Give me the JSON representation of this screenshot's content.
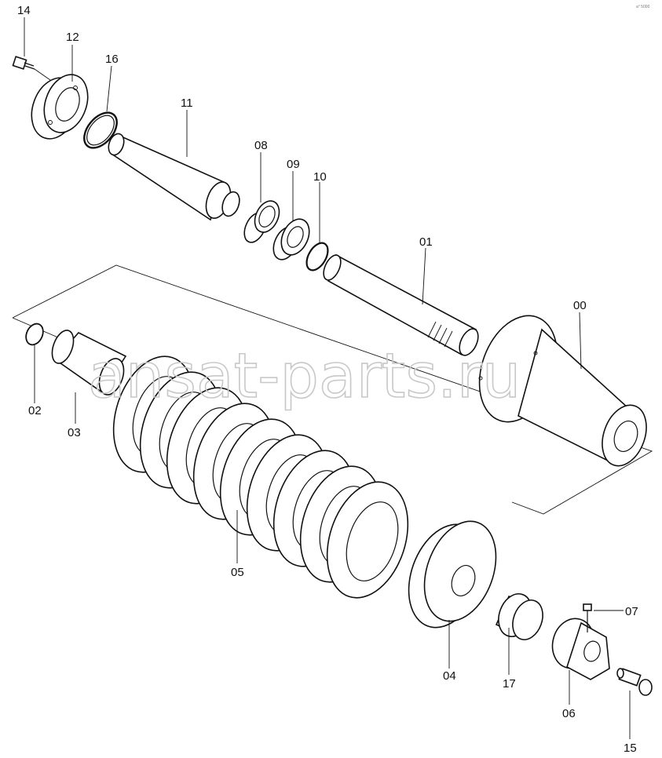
{
  "watermark": "ansat-parts.ru",
  "corner_note": "a° 5000",
  "callouts": {
    "p00": "00",
    "p01": "01",
    "p02": "02",
    "p03": "03",
    "p04": "04",
    "p05": "05",
    "p06": "06",
    "p07": "07",
    "p08": "08",
    "p09": "09",
    "p10": "10",
    "p11": "11",
    "p12": "12",
    "p14": "14",
    "p15": "15",
    "p16": "16",
    "p17": "17"
  }
}
